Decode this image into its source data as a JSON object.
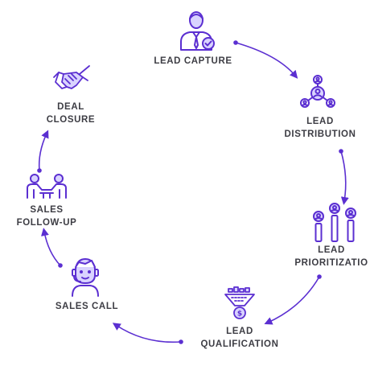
{
  "colors": {
    "accent": "#5b2fd1",
    "icon_fill": "#d9d3ff",
    "text": "#3d3d44"
  },
  "steps": [
    {
      "id": "lead-capture",
      "icon": "businessman-check-icon",
      "label_lines": [
        "LEAD CAPTURE"
      ]
    },
    {
      "id": "lead-distribution",
      "icon": "network-people-icon",
      "label_lines": [
        "LEAD",
        "DISTRIBUTION"
      ]
    },
    {
      "id": "lead-prioritization",
      "icon": "ranked-people-icon",
      "label_lines": [
        "LEAD",
        "PRIORITIZATIO"
      ]
    },
    {
      "id": "lead-qualification",
      "icon": "funnel-coin-icon",
      "label_lines": [
        "LEAD",
        "QUALIFICATION"
      ]
    },
    {
      "id": "sales-call",
      "icon": "headset-agent-icon",
      "label_lines": [
        "SALES CALL"
      ]
    },
    {
      "id": "sales-follow-up",
      "icon": "two-people-meeting-icon",
      "label_lines": [
        "SALES",
        "FOLLOW-UP"
      ]
    },
    {
      "id": "deal-closure",
      "icon": "handshake-icon",
      "label_lines": [
        "DEAL",
        "CLOSURE"
      ]
    }
  ]
}
